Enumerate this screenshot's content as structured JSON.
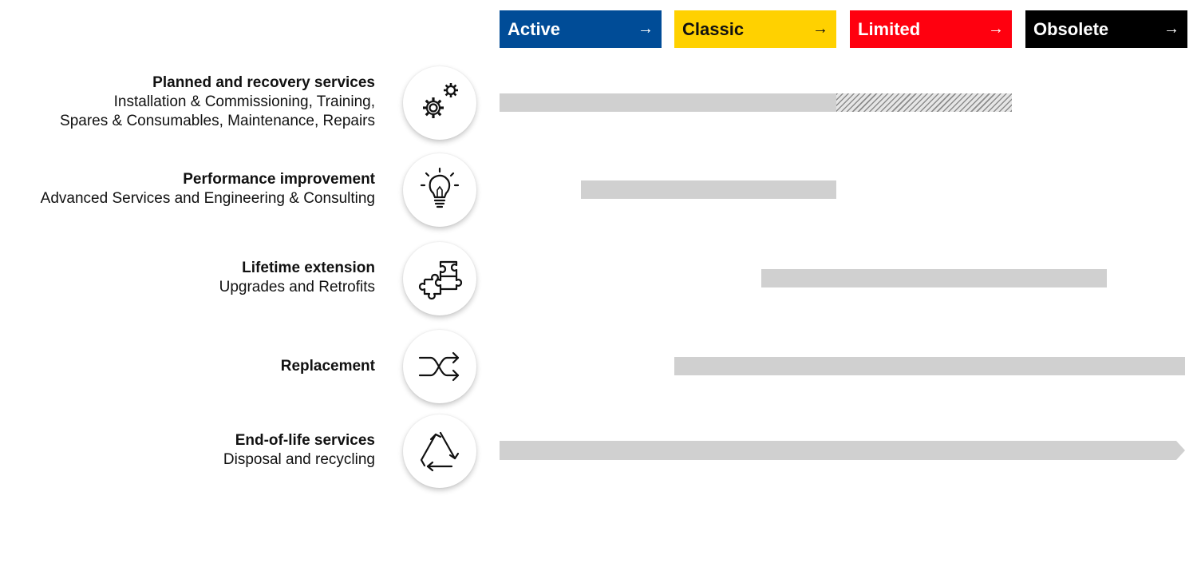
{
  "phases": [
    {
      "label": "Active",
      "arrow": "→",
      "color": "#004c97",
      "text_color": "#ffffff"
    },
    {
      "label": "Classic",
      "arrow": "→",
      "color": "#ffd100",
      "text_color": "#111111"
    },
    {
      "label": "Limited",
      "arrow": "→",
      "color": "#ff000f",
      "text_color": "#ffffff"
    },
    {
      "label": "Obsolete",
      "arrow": "→",
      "color": "#000000",
      "text_color": "#ffffff"
    }
  ],
  "services": [
    {
      "title": "Planned and recovery services",
      "desc_lines": [
        "Installation & Commissioning, Training,",
        "Spares & Consumables, Maintenance, Repairs"
      ],
      "icon": "gears-icon",
      "coverage": "Active and Classic phases; Limited phase hatched"
    },
    {
      "title": "Performance improvement",
      "desc_lines": [
        "Advanced Services and Engineering & Consulting"
      ],
      "icon": "lightbulb-icon",
      "coverage": "Late Active through Classic phase"
    },
    {
      "title": "Lifetime extension",
      "desc_lines": [
        "Upgrades and Retrofits"
      ],
      "icon": "puzzle-icon",
      "coverage": "Mid Classic through early Obsolete phase"
    },
    {
      "title": "Replacement",
      "desc_lines": [],
      "icon": "shuffle-icon",
      "coverage": "Classic through Obsolete phase"
    },
    {
      "title": "End-of-life services",
      "desc_lines": [
        "Disposal and recycling"
      ],
      "icon": "recycle-icon",
      "coverage": "Active through Obsolete phase, continuing"
    }
  ],
  "colors": {
    "bar": "#d0d0d0",
    "hatch": "#8c8c8c"
  }
}
